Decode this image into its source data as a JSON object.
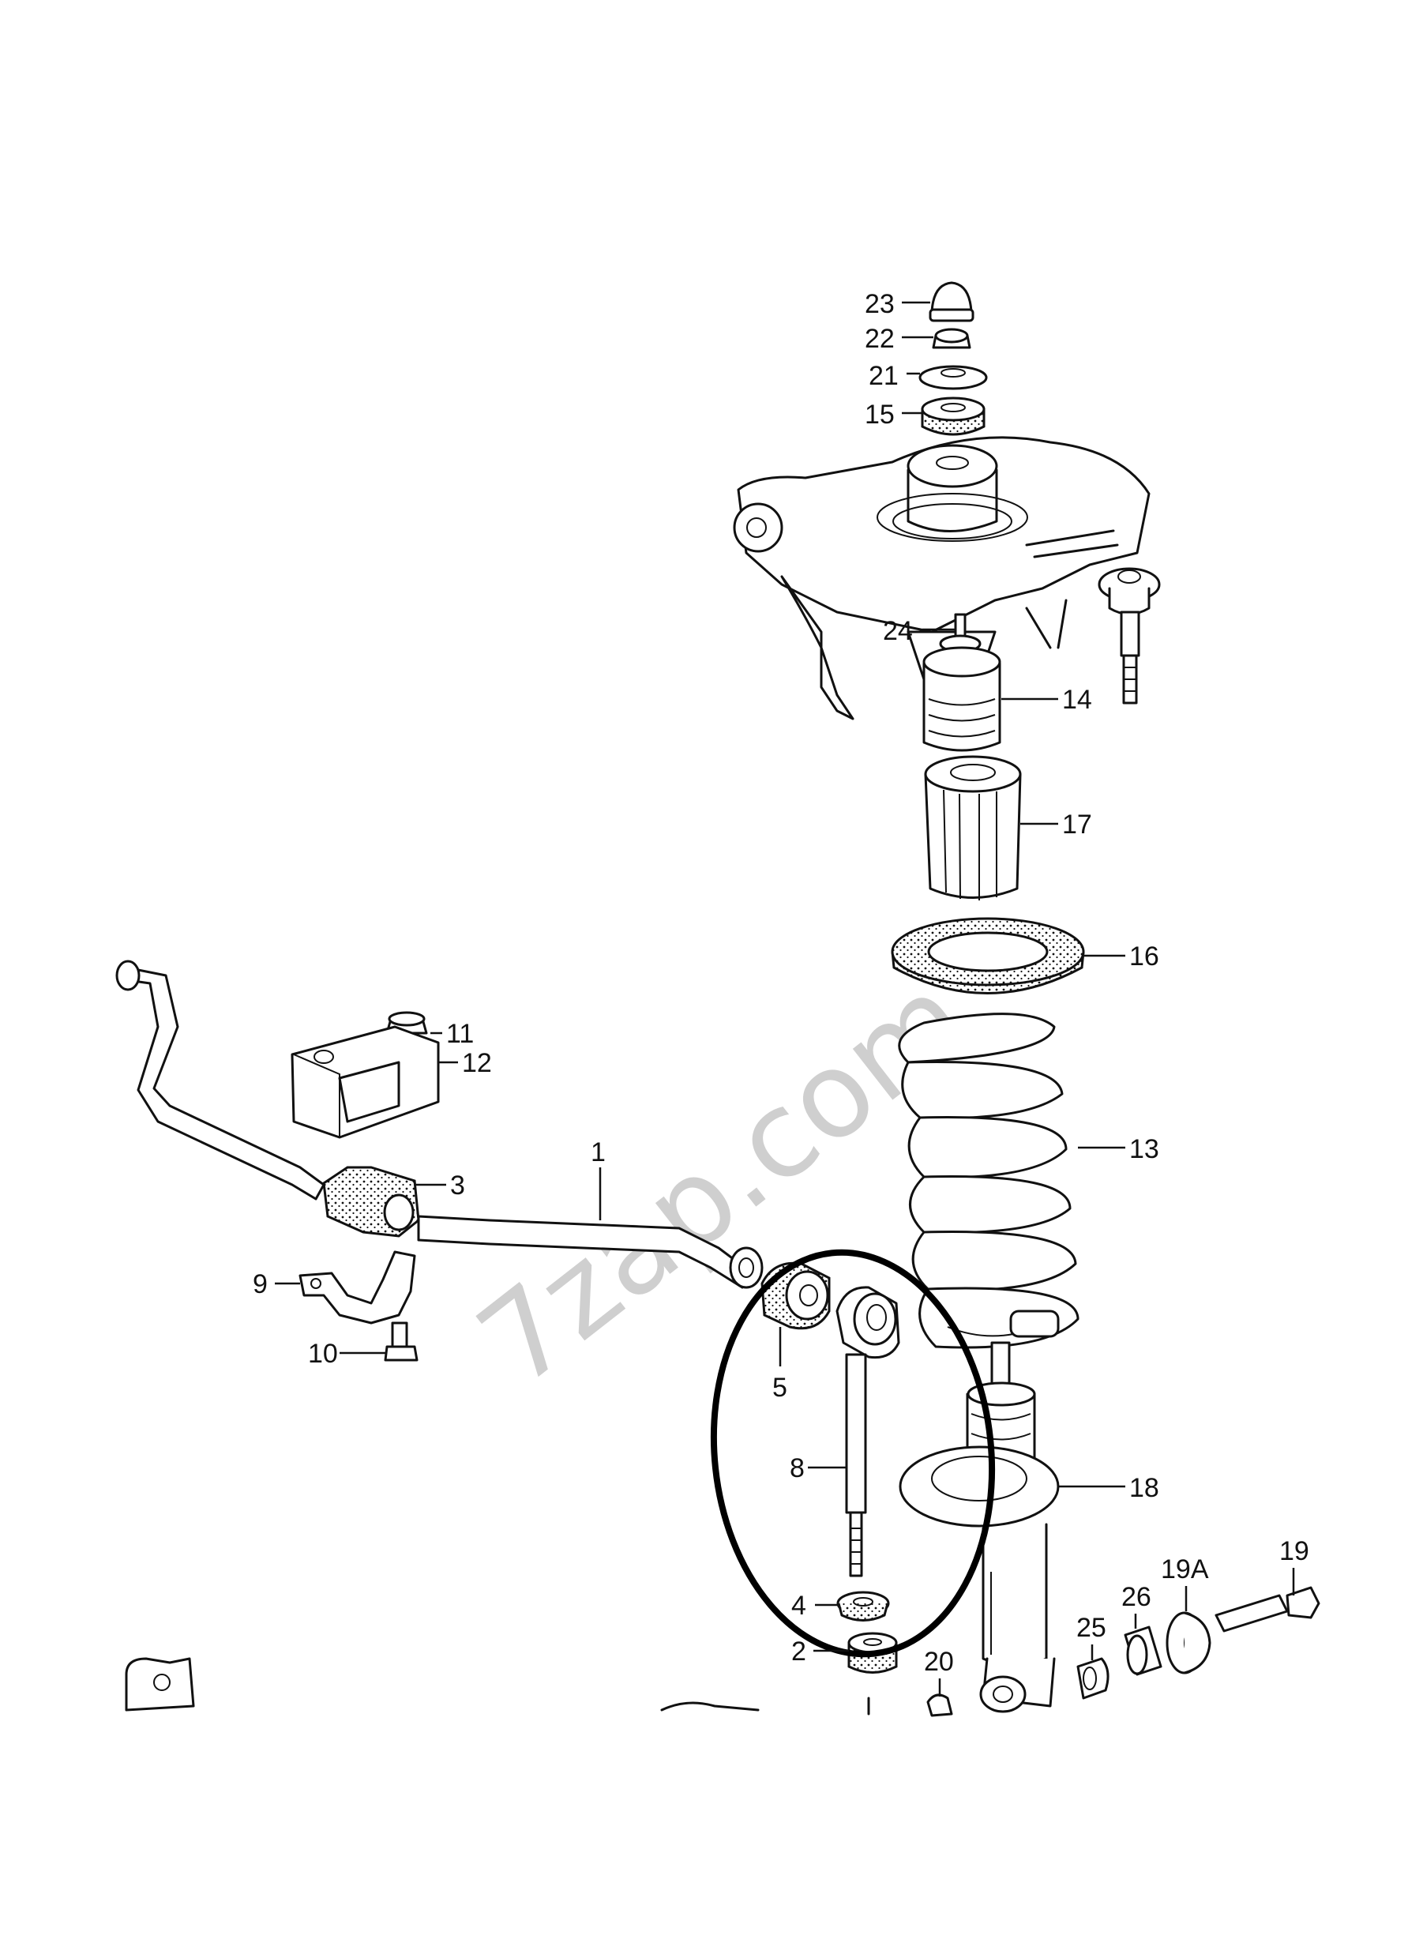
{
  "watermark": "7zap.com",
  "callouts": {
    "c1": "1",
    "c2": "2",
    "c3": "3",
    "c4": "4",
    "c5": "5",
    "c8": "8",
    "c9": "9",
    "c10": "10",
    "c11": "11",
    "c12": "12",
    "c13": "13",
    "c14": "14",
    "c15": "15",
    "c16": "16",
    "c17": "17",
    "c18": "18",
    "c19": "19",
    "c19a": "19A",
    "c20": "20",
    "c21": "21",
    "c22": "22",
    "c23": "23",
    "c24": "24",
    "c25": "25",
    "c26": "26"
  },
  "highlight": {
    "color": "#000000",
    "encloses": [
      "5",
      "8",
      "4"
    ]
  }
}
